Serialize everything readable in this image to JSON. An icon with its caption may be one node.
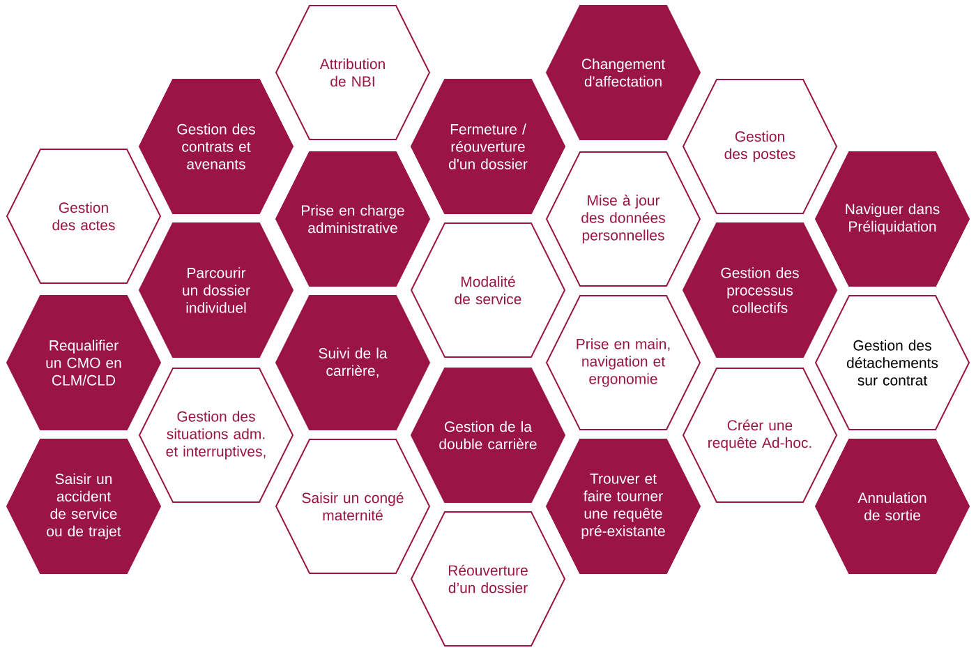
{
  "diagram": {
    "nodes": [
      {
        "text": [
          "Attribution de NBI"
        ]
      },
      {
        "text": [
          "Gestion des contrats et avenants"
        ]
      },
      {
        "text": [
          "Gestion des actes"
        ]
      },
      {
        "text": [
          "Prise en charge administrative"
        ]
      },
      {
        "text": [
          "Fermeture / réouverture d'un dossier"
        ]
      },
      {
        "text": [
          "Changement d'affectation"
        ]
      },
      {
        "text": [
          "Gestion des postes"
        ]
      },
      {
        "text": [
          "Mise à jour des données personnelles"
        ]
      },
      {
        "text": [
          "Naviguer dans Préliquidation"
        ]
      },
      {
        "text": [
          "Parcourir un dossier individuel"
        ]
      },
      {
        "text": [
          "Modalité de service"
        ]
      },
      {
        "text": [
          "Gestion des processus collectifs"
        ]
      },
      {
        "text": [
          "Requalifier un CMO en CLM/CLD"
        ]
      },
      {
        "text": [
          "Suivi de la carrière,"
        ]
      },
      {
        "text": [
          "Prise en main, navigation et ergonomie"
        ]
      },
      {
        "text": [
          "Gestion des détachements sur contrat"
        ]
      },
      {
        "text": [
          "Gestion des situations adm. et interruptives,"
        ]
      },
      {
        "text": [
          "Gestion de la double carrière"
        ]
      },
      {
        "text": [
          "Créer une requête Ad-hoc."
        ]
      },
      {
        "text": [
          "Saisir un accident de service ou de trajet"
        ]
      },
      {
        "text": [
          "Saisir un congé maternité"
        ]
      },
      {
        "text": [
          "Trouver et faire tourner une requête pré-existante"
        ]
      },
      {
        "text": [
          "Annulation de sortie"
        ]
      },
      {
        "text": [
          "Réouverture d’un dossier"
        ]
      }
    ]
  }
}
